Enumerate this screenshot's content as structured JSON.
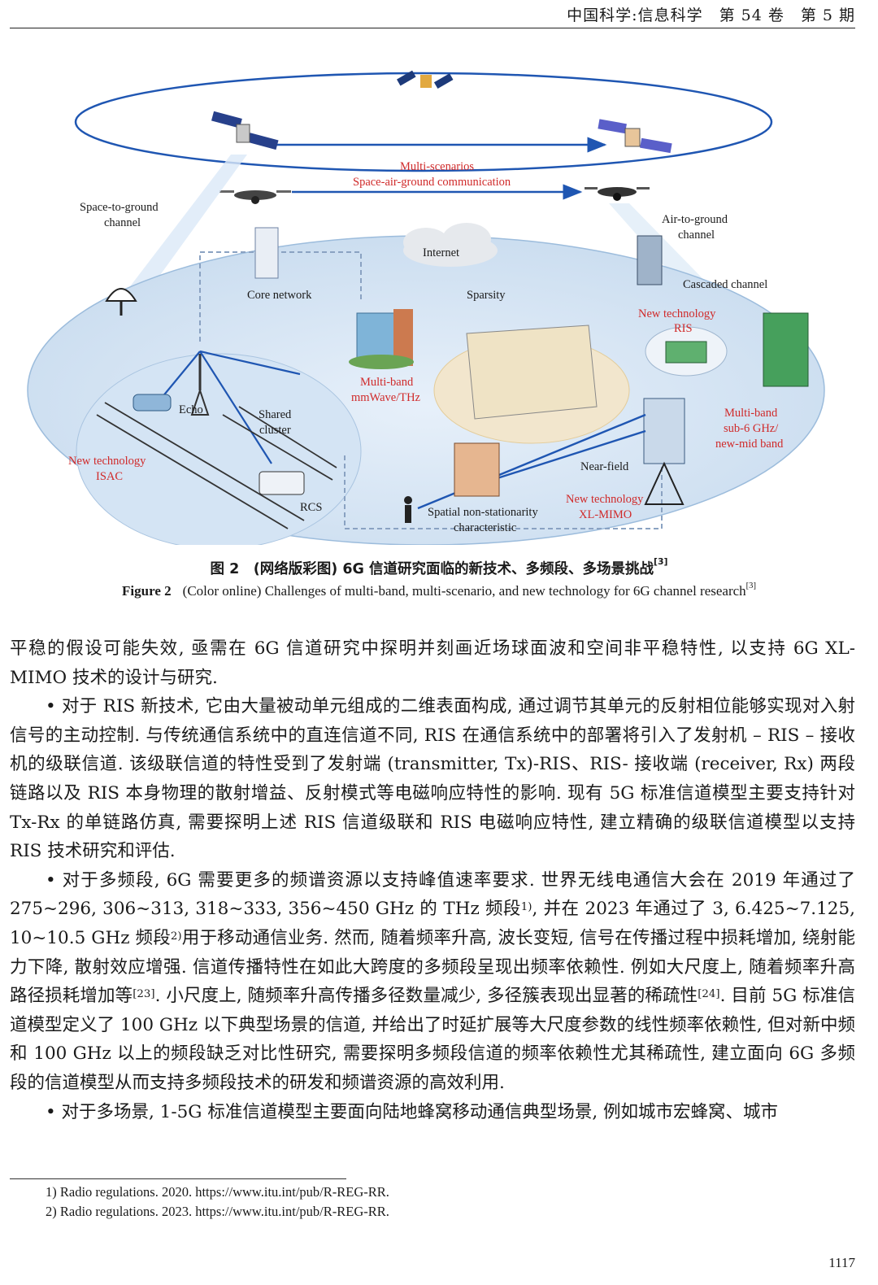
{
  "header": {
    "journal": "中国科学:信息科学　第 54 卷　第 5 期"
  },
  "figure": {
    "labels": {
      "multi_scenarios": "Multi-scenarios",
      "sag_comm": "Space-air-ground communication",
      "space_to_ground_1": "Space-to-ground",
      "space_to_ground_2": "channel",
      "air_to_ground_1": "Air-to-ground",
      "air_to_ground_2": "channel",
      "internet": "Internet",
      "core_network": "Core network",
      "sparsity": "Sparsity",
      "cascaded_channel": "Cascaded channel",
      "new_tech_ris_1": "New technology",
      "new_tech_ris_2": "RIS",
      "multiband_mmwave_1": "Multi-band",
      "multiband_mmwave_2": "mmWave/THz",
      "echo": "Echo",
      "shared_cluster_1": "Shared",
      "shared_cluster_2": "cluster",
      "new_tech_isac_1": "New technology",
      "new_tech_isac_2": "ISAC",
      "rcs": "RCS",
      "near_field": "Near-field",
      "new_tech_xlmimo_1": "New technology",
      "new_tech_xlmimo_2": "XL-MIMO",
      "spatial_1": "Spatial non-stationarity",
      "spatial_2": "characteristic",
      "multiband_sub6_1": "Multi-band",
      "multiband_sub6_2": "sub-6 GHz/",
      "multiband_sub6_3": "new-mid band"
    }
  },
  "caption": {
    "zh": "图 2　(网络版彩图) 6G 信道研究面临的新技术、多频段、多场景挑战",
    "zh_ref": "[3]",
    "en_label": "Figure 2",
    "en": "(Color online) Challenges of multi-band, multi-scenario, and new technology for 6G channel research",
    "en_ref": "[3]"
  },
  "body": {
    "p1": "平稳的假设可能失效, 亟需在 6G 信道研究中探明并刻画近场球面波和空间非平稳特性, 以支持 6G XL-MIMO 技术的设计与研究.",
    "p2": "• 对于 RIS 新技术, 它由大量被动单元组成的二维表面构成, 通过调节其单元的反射相位能够实现对入射信号的主动控制. 与传统通信系统中的直连信道不同, RIS 在通信系统中的部署将引入了发射机 – RIS – 接收机的级联信道. 该级联信道的特性受到了发射端 (transmitter, Tx)-RIS、RIS- 接收端 (receiver, Rx) 两段链路以及 RIS 本身物理的散射增益、反射模式等电磁响应特性的影响. 现有 5G 标准信道模型主要支持针对 Tx-Rx 的单链路仿真, 需要探明上述 RIS 信道级联和 RIS 电磁响应特性, 建立精确的级联信道模型以支持 RIS 技术研究和评估.",
    "p3_a": "• 对于多频段, 6G 需要更多的频谱资源以支持峰值速率要求. 世界无线电通信大会在 2019 年通过了 275~296, 306~313, 318~333, 356~450 GHz 的 THz 频段",
    "p3_sup1": "1)",
    "p3_b": ", 并在 2023 年通过了 3, 6.425~7.125, 10~10.5 GHz 频段",
    "p3_sup2": "2)",
    "p3_c": "用于移动通信业务. 然而, 随着频率升高, 波长变短, 信号在传播过程中损耗增加, 绕射能力下降, 散射效应增强. 信道传播特性在如此大跨度的多频段呈现出频率依赖性. 例如大尺度上, 随着频率升高路径损耗增加等",
    "p3_ref1": "[23]",
    "p3_d": ". 小尺度上, 随频率升高传播多径数量减少, 多径簇表现出显著的稀疏性",
    "p3_ref2": "[24]",
    "p3_e": ". 目前 5G 标准信道模型定义了 100 GHz 以下典型场景的信道, 并给出了时延扩展等大尺度参数的线性频率依赖性, 但对新中频和 100 GHz 以上的频段缺乏对比性研究, 需要探明多频段信道的频率依赖性尤其稀疏性, 建立面向 6G 多频段的信道模型从而支持多频段技术的研发和频谱资源的高效利用.",
    "p4": "• 对于多场景, 1-5G 标准信道模型主要面向陆地蜂窝移动通信典型场景, 例如城市宏蜂窝、城市"
  },
  "footnotes": {
    "f1": "1) Radio regulations. 2020. https://www.itu.int/pub/R-REG-RR.",
    "f2": "2) Radio regulations. 2023. https://www.itu.int/pub/R-REG-RR."
  },
  "page_number": "1117"
}
